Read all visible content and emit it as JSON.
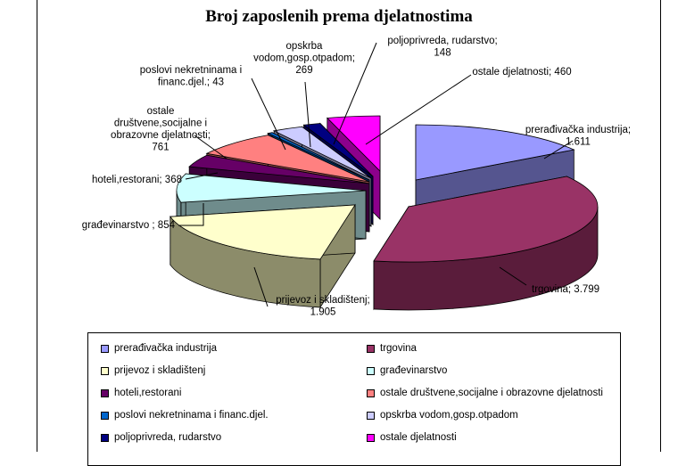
{
  "chart_data": {
    "type": "pie",
    "title": "Broj zaposlenih prema djelatnostima",
    "slices": [
      {
        "name": "prerađivačka industrija",
        "value": 1611,
        "label": "prerađivačka industrija; 1.611",
        "color": "#9999ff",
        "dark": "#55558f"
      },
      {
        "name": "trgovina",
        "value": 3799,
        "label": "trgovina; 3.799",
        "color": "#993366",
        "dark": "#5a1c3b"
      },
      {
        "name": "prijevoz i skladištenj",
        "value": 1905,
        "label": "prijevoz i skladištenj; 1.905",
        "color": "#ffffcc",
        "dark": "#8c8c6a"
      },
      {
        "name": "građevinarstvo",
        "value": 854,
        "label": "građevinarstvo ; 854",
        "color": "#ccffff",
        "dark": "#6f8c8c"
      },
      {
        "name": "hoteli,restorani",
        "value": 368,
        "label": "hoteli,restorani; 368",
        "color": "#660066",
        "dark": "#3a003a"
      },
      {
        "name": "ostale društvene,socijalne i obrazovne djelatnosti",
        "value": 761,
        "label": "ostale društvene,socijalne i obrazovne djelatnosti; 761",
        "color": "#ff8080",
        "dark": "#8f4646"
      },
      {
        "name": "poslovi nekretninama i financ.djel.",
        "value": 43,
        "label": "poslovi nekretninama i financ.djel.; 43",
        "color": "#0066cc",
        "dark": "#00386f"
      },
      {
        "name": "opskrba vodom,gosp.otpadom",
        "value": 269,
        "label": "opskrba vodom,gosp.otpadom; 269",
        "color": "#ccccff",
        "dark": "#70708c"
      },
      {
        "name": "poljoprivreda, rudarstvo",
        "value": 148,
        "label": "poljoprivreda, rudarstvo; 148",
        "color": "#000080",
        "dark": "#000048"
      },
      {
        "name": "ostale djelatnosti",
        "value": 460,
        "label": "ostale djelatnosti; 460",
        "color": "#ff00ff",
        "dark": "#8c008c"
      }
    ],
    "legend_position": "bottom"
  }
}
